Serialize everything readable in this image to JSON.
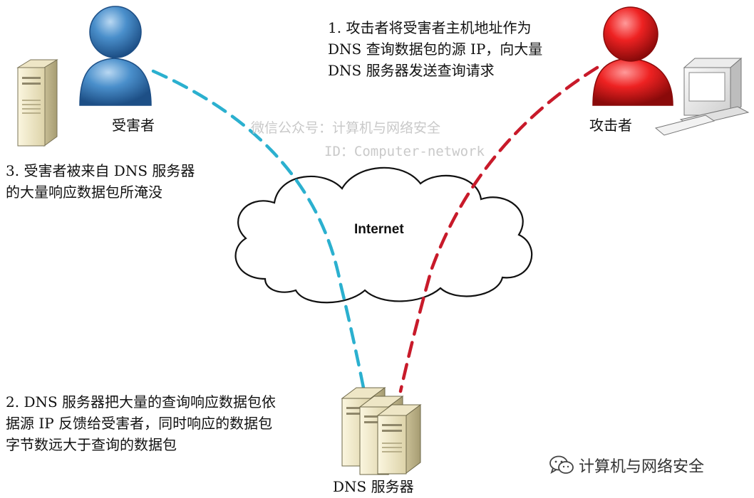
{
  "nodes": {
    "victim_label": "受害者",
    "attacker_label": "攻击者",
    "dns_label": "DNS 服务器",
    "internet_label": "Internet"
  },
  "steps": {
    "step1": [
      "1. 攻击者将受害者主机地址作为",
      "DNS 查询数据包的源 IP，向大量",
      "DNS 服务器发送查询请求"
    ],
    "step2": [
      "2. DNS 服务器把大量的查询响应数据包依",
      "据源 IP 反馈给受害者，同时响应的数据包",
      "字节数远大于查询的数据包"
    ],
    "step3": [
      "3. 受害者被来自 DNS 服务器",
      "的大量响应数据包所淹没"
    ]
  },
  "watermark": {
    "line1": "微信公众号：计算机与网络安全",
    "line2": "ID：Computer-network"
  },
  "brand": {
    "text": "计算机与网络安全",
    "icon": "wechat-icon"
  },
  "colors": {
    "victim_person": "#3f86c4",
    "attacker_person": "#e51e1e",
    "victim_link": "#2bb0cf",
    "attacker_link": "#c81a2a"
  }
}
